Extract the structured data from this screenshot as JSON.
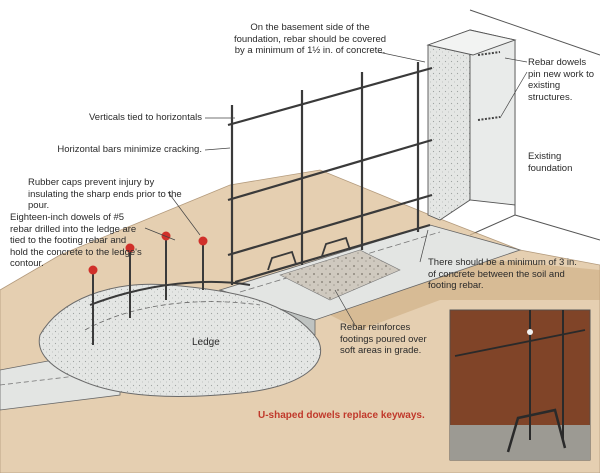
{
  "labels": {
    "basement": "On the basement side of the foundation, rebar should be covered by a minimum of 1½ in. of concrete.",
    "dowels_pin": "Rebar dowels pin new work to existing structures.",
    "verticals": "Verticals tied to horizontals",
    "horizontal": "Horizontal bars minimize cracking.",
    "rubber_caps": "Rubber caps prevent injury by insulating the sharp ends prior to the pour.",
    "eighteen_inch": "Eighteen-inch dowels of #5 rebar drilled into the ledge are tied to the footing rebar and hold the concrete to the ledge's contour.",
    "existing": "Existing foundation",
    "minimum_3in": "There should be a minimum of 3 in. of concrete between the soil and footing rebar.",
    "ledge": "Ledge",
    "rebar_reinforces": "Rebar reinforces footings poured over soft areas in grade.",
    "u_shaped": "U-shaped dowels replace keyways."
  },
  "colors": {
    "caption": "#c0392b",
    "rebar": "#3a3a3a",
    "rubber_cap": "#d0302a",
    "concrete": "#cfd3d2",
    "soil": "#d6b48a",
    "photo_wall": "#8a4a2c"
  }
}
